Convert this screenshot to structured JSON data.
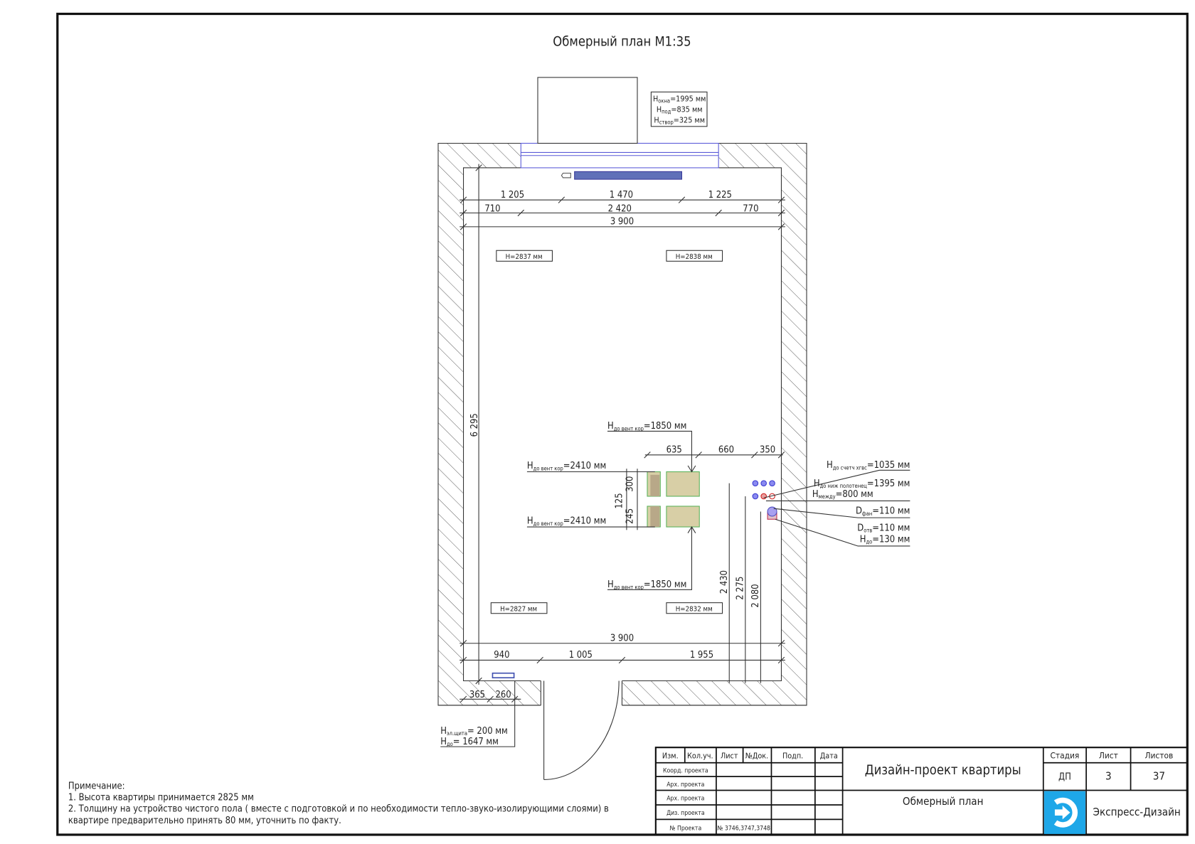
{
  "title": "Обмерный план М1:35",
  "window_info": [
    {
      "h": "H",
      "sub": "окна",
      "val": "=1995 мм"
    },
    {
      "h": "H",
      "sub": "под",
      "val": "=835 мм"
    },
    {
      "h": "H",
      "sub": "створ",
      "val": "=325 мм"
    }
  ],
  "top_dims": {
    "row1": [
      "1 205",
      "1 470",
      "1 225"
    ],
    "row2": [
      "710",
      "2 420",
      "770"
    ],
    "row3": "3 900"
  },
  "left_dim": "6 295",
  "heights": [
    "H=2837 мм",
    "H=2838 мм",
    "H=2827 мм",
    "H=2832 мм"
  ],
  "bottom_dims": {
    "total": "3 900",
    "row": [
      "940",
      "1 005",
      "1 955"
    ],
    "panel": [
      "365",
      "260"
    ]
  },
  "panel_label": [
    {
      "h": "H",
      "sub": "эл.щита",
      "val": "= 200 мм"
    },
    {
      "h": "H",
      "sub": "до",
      "val": "= 1647 мм"
    }
  ],
  "vent": {
    "top": {
      "h": "H",
      "sub": "до вент кор",
      "val": "=1850 мм"
    },
    "bottom": {
      "h": "H",
      "sub": "до вент кор",
      "val": "=1850 мм"
    },
    "left_top": {
      "h": "H",
      "sub": "до вент кор",
      "val": "=2410 мм"
    },
    "left_bottom": {
      "h": "H",
      "sub": "до вент кор",
      "val": "=2410 мм"
    },
    "horiz": [
      "635",
      "660",
      "350"
    ],
    "vert": [
      "300",
      "245",
      "125"
    ]
  },
  "riser_dims": [
    "2 430",
    "2 275",
    "2 080"
  ],
  "riser_labels": [
    {
      "h": "H",
      "sub": "до счетч хгвс",
      "val": "=1035 мм"
    },
    {
      "h": "H",
      "sub": "до ниж полотенец",
      "val": "=1395 мм"
    },
    {
      "h": "H",
      "sub": "между",
      "val": "=800 мм"
    },
    {
      "h": "D",
      "sub": "фан",
      "val": "=110 мм"
    },
    {
      "h": "D",
      "sub": "отв",
      "val": "=110 мм"
    },
    {
      "h": "H",
      "sub": "до",
      "val": "=130 мм"
    }
  ],
  "notes": {
    "heading": "Примечание:",
    "items": [
      "1. Высота квартиры принимается 2825 мм",
      "2. Толщину на устройство чистого пола ( вместе с подготовкой и по необходимости тепло-звуко-изолирующими слоями) в",
      "квартире предварительно принять 80 мм, уточнить по факту."
    ]
  },
  "title_block": {
    "headers": [
      "Изм.",
      "Кол.уч.",
      "Лист",
      "№Док.",
      "Подп.",
      "Дата"
    ],
    "roles": [
      "Коорд. проекта",
      "Арх. проекта",
      "Арх. проекта",
      "Диз. проекта",
      "№ Проекта"
    ],
    "project_no": "№ 3746,3747,3748",
    "project_title": "Дизайн-проект квартиры",
    "sheet_title": "Обмерный план",
    "stage_label": "Стадия",
    "sheet_label": "Лист",
    "sheets_label": "Листов",
    "stage": "ДП",
    "sheet": "3",
    "sheets": "37",
    "company": "Экспресс-Дизайн",
    "logo_color": "#1ea7e8"
  }
}
